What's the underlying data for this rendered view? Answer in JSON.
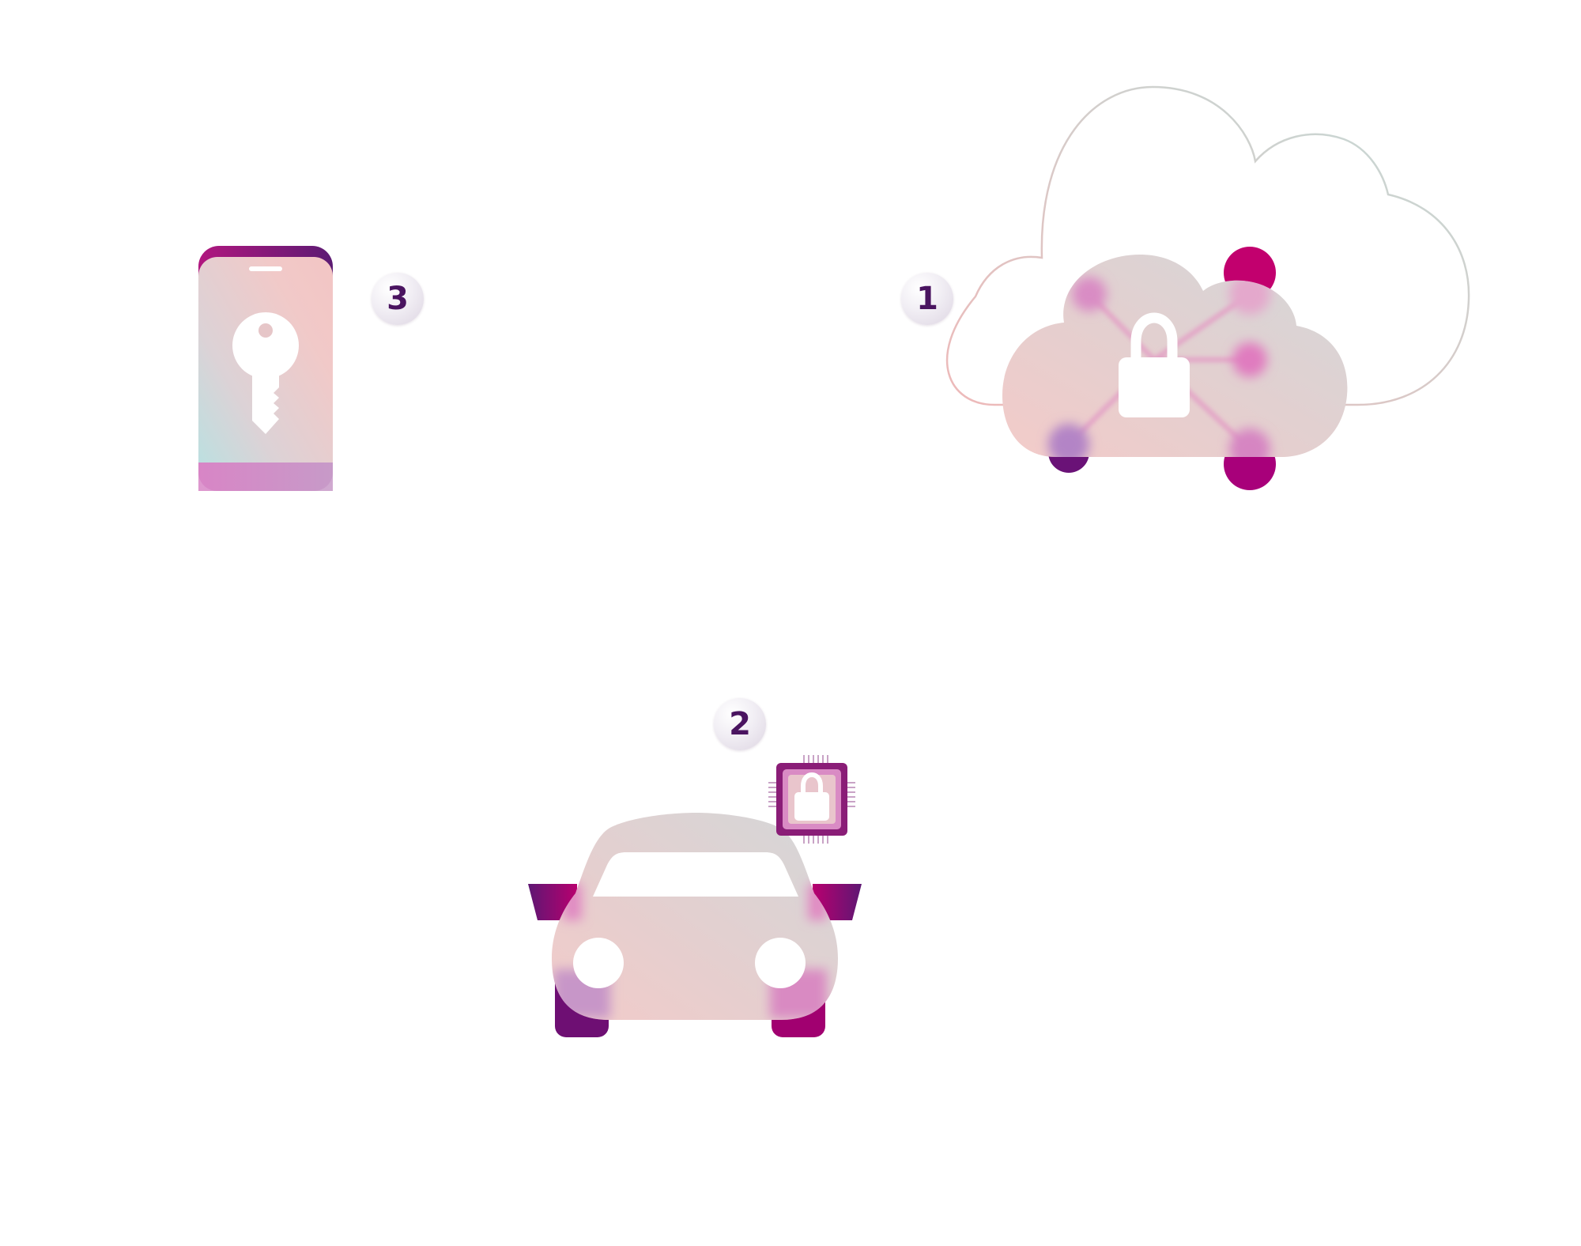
{
  "steps": [
    {
      "number": "1",
      "icon": "cloud-lock-icon"
    },
    {
      "number": "2",
      "icon": "car-icon"
    },
    {
      "number": "3",
      "icon": "smartphone-key-icon"
    }
  ],
  "extra_icons": [
    "chip-lock-icon"
  ],
  "colors": {
    "accent": "#c2006e",
    "deep_purple": "#5e1773",
    "magenta": "#a8007a",
    "pink_soft": "#f2c3c6",
    "gray_soft": "#d6d6d8",
    "badge_text": "#4a1460",
    "cloud_outline": "#cfdcdc"
  }
}
